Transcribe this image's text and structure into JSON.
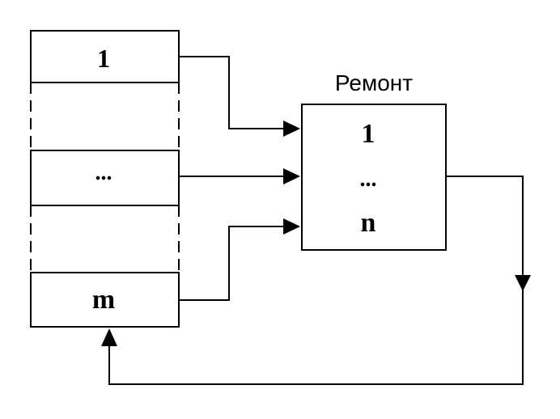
{
  "left_stack": {
    "top_label": "1",
    "middle_label": "...",
    "bottom_label": "m"
  },
  "repair": {
    "title": "Ремонт",
    "top_label": "1",
    "middle_label": "...",
    "bottom_label": "n"
  },
  "colors": {
    "line": "#000000",
    "background": "#ffffff"
  }
}
